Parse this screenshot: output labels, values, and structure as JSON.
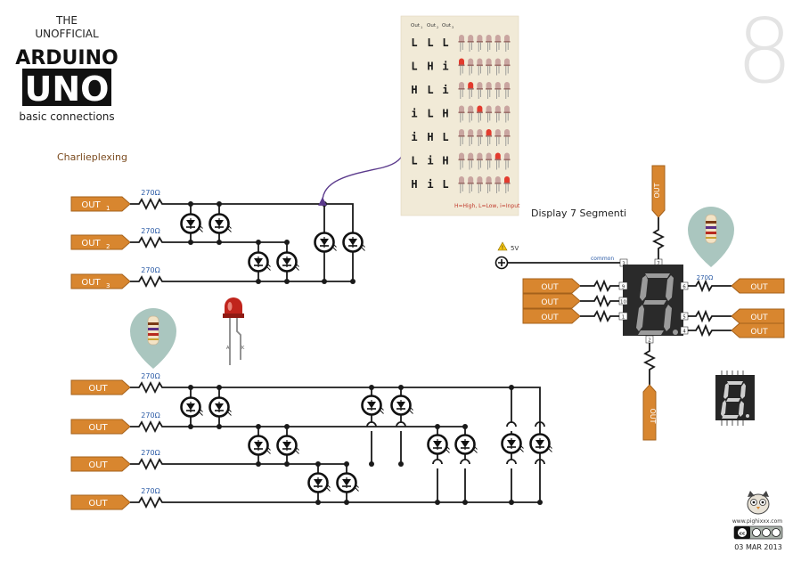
{
  "header": {
    "line1": "THE",
    "line2": "UNOFFICIAL",
    "brand1": "ARDUINO",
    "brand2": "UNO",
    "subtitle": "basic connections",
    "sheet_number": "8"
  },
  "sections": {
    "charlieplexing": "Charlieplexing",
    "display": "Display 7 Segmenti"
  },
  "resistor_label": "270Ω",
  "pin_labels": {
    "out1": "OUT",
    "out2": "OUT",
    "out3": "OUT",
    "sub1": "1",
    "sub2": "2",
    "sub3": "3",
    "out": "OUT"
  },
  "led_pins": {
    "anode": "A",
    "cathode": "K"
  },
  "truth_table": {
    "headers": [
      "Out",
      "Out",
      "Out"
    ],
    "header_subs": [
      "1",
      "2",
      "3"
    ],
    "rows": [
      [
        "L",
        "L",
        "L"
      ],
      [
        "L",
        "H",
        "i"
      ],
      [
        "H",
        "L",
        "i"
      ],
      [
        "i",
        "L",
        "H"
      ],
      [
        "i",
        "H",
        "L"
      ],
      [
        "L",
        "i",
        "H"
      ],
      [
        "H",
        "i",
        "L"
      ]
    ],
    "legend": "H=High, L=Low, i=Input"
  },
  "seven_segment": {
    "supply": "5V",
    "common": "common",
    "left_pins": [
      "3",
      "9",
      "10",
      "1"
    ],
    "right_pins": [
      "6",
      "5",
      "4"
    ],
    "top_pin": "7",
    "bottom_pin": "2",
    "common_pin": "3"
  },
  "footer": {
    "website": "www.pighixxx.com",
    "date": "03 MAR 2013",
    "cc_label": "cc"
  },
  "colors": {
    "out_tag": "#d8862f",
    "out_tag_border": "#a5611b",
    "panel": "#f1ead7",
    "badge": "#aac6bf",
    "segment_off": "#9b9b9b",
    "display_body": "#2a2a2a",
    "arrow": "#5b3a8c"
  }
}
